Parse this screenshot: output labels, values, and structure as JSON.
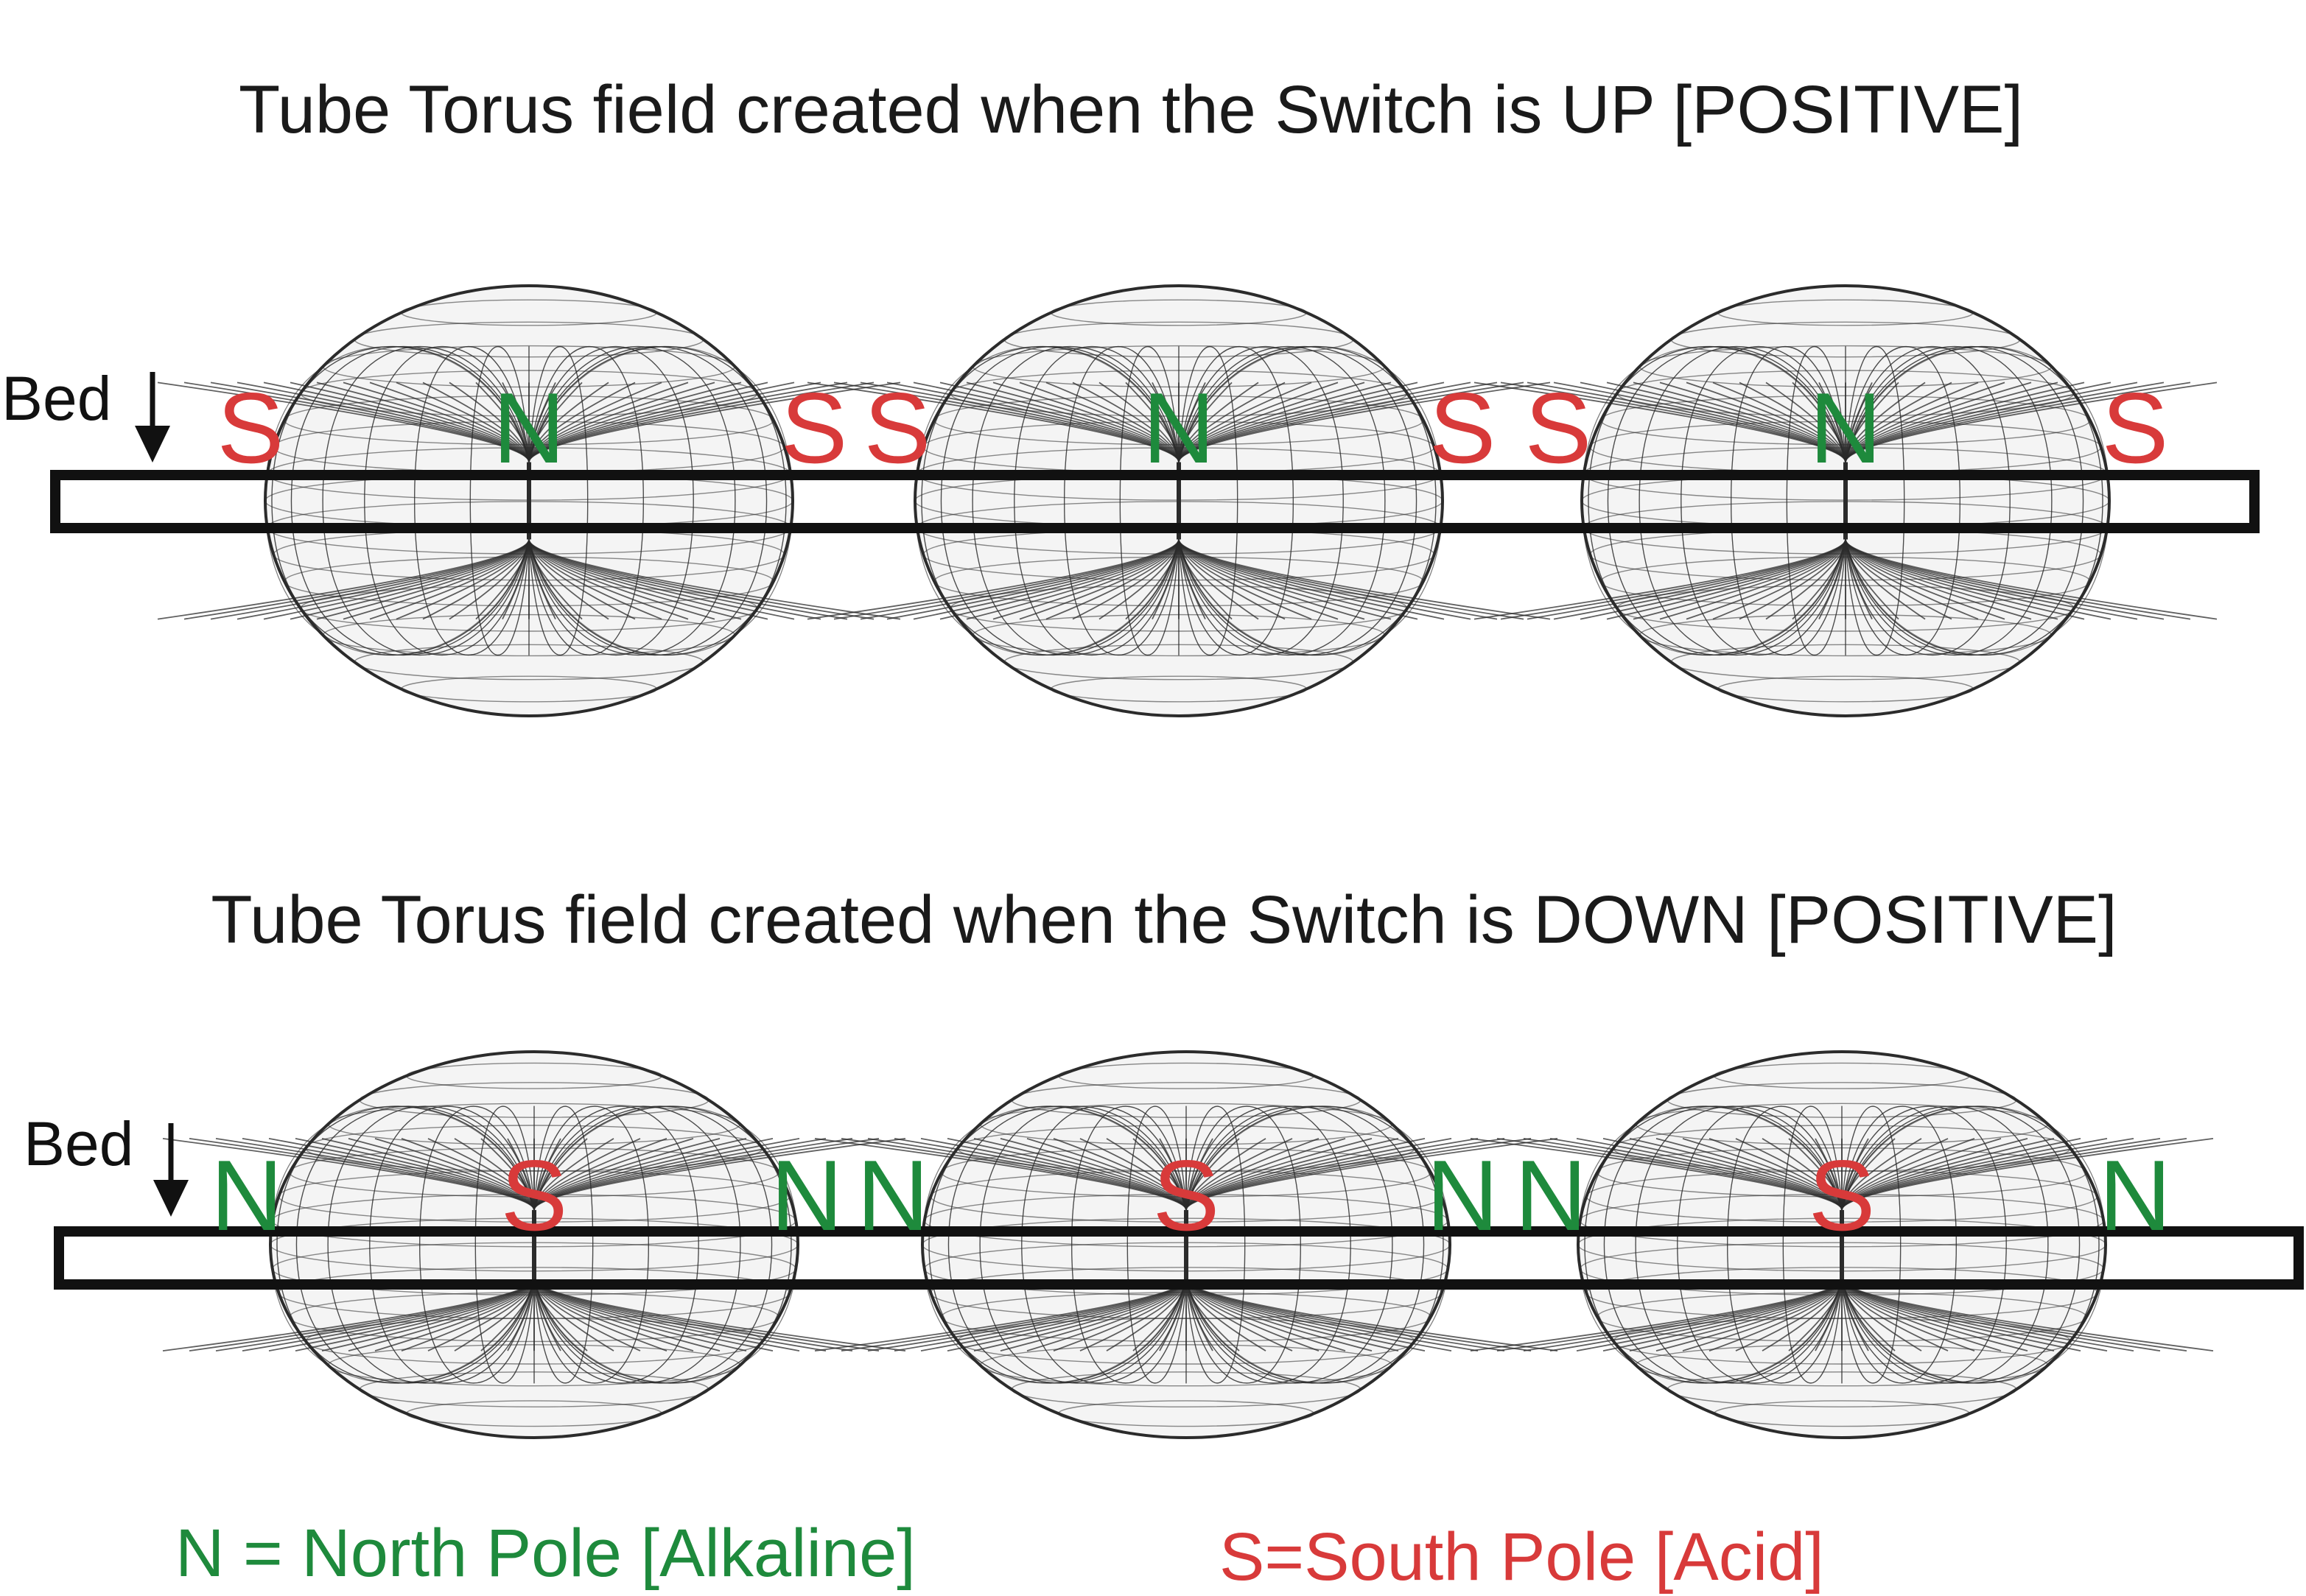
{
  "colors": {
    "north": "#1e8a3c",
    "south": "#d83a3a",
    "mesh": "#2b2b2b",
    "bed": "#111111",
    "text": "#1a1a1a"
  },
  "panels": [
    {
      "title": "Tube Torus field created when the Switch is UP [POSITIVE]",
      "bed_label": "Bed",
      "center_pole": "N",
      "side_pole": "S",
      "tori": 3
    },
    {
      "title": "Tube Torus field created when the Switch is DOWN [POSITIVE]",
      "bed_label": "Bed",
      "center_pole": "S",
      "side_pole": "N",
      "tori": 3
    }
  ],
  "legend": {
    "north": "N = North Pole [Alkaline]",
    "south": "S=South Pole [Acid]"
  }
}
